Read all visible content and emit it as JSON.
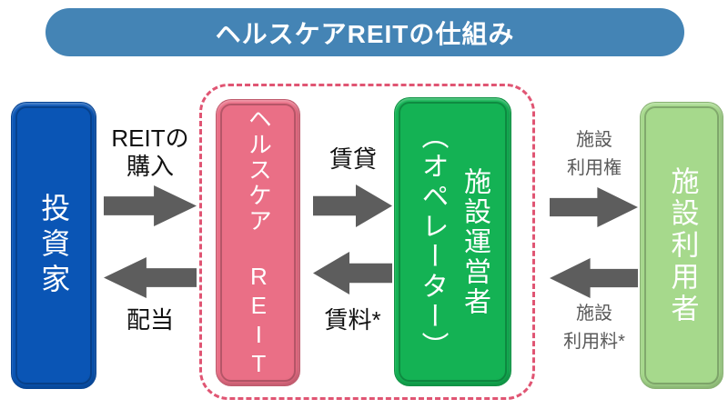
{
  "header": {
    "title": "ヘルスケアREITの仕組み"
  },
  "nodes": {
    "investor": {
      "label": "投資家"
    },
    "reit": {
      "label": "ヘルスケア REIT"
    },
    "operator": {
      "label": "施設運営者\n（オペレーター）"
    },
    "user": {
      "label": "施設利用者"
    }
  },
  "flows": {
    "purchase": {
      "label": "REITの\n購入",
      "direction": "right"
    },
    "dividend": {
      "label": "配当",
      "direction": "left"
    },
    "lease": {
      "label": "賃貸",
      "direction": "right"
    },
    "rent": {
      "label": "賃料*",
      "direction": "left"
    },
    "usage_right": {
      "label": "施設\n利用権",
      "direction": "right"
    },
    "usage_fee": {
      "label": "施設\n利用料*",
      "direction": "left"
    }
  },
  "colors": {
    "header_bg": "#4484b5",
    "investor_box": "#0a55b5",
    "reit_box": "#ea6f86",
    "operator_box": "#14b254",
    "user_box": "#a6d98c",
    "dashed_border": "#e05573",
    "arrow": "#5d5d5d",
    "label_dark": "#111111",
    "label_gray": "#595959"
  }
}
